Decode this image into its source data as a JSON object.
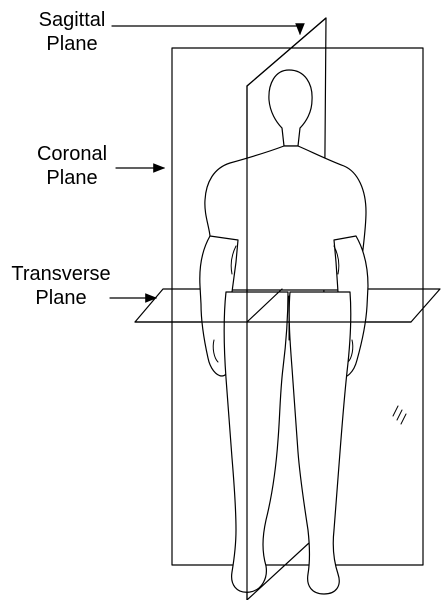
{
  "labels": {
    "sagittal": {
      "line1": "Sagittal",
      "line2": "Plane"
    },
    "coronal": {
      "line1": "Coronal",
      "line2": "Plane"
    },
    "transverse": {
      "line1": "Transverse",
      "line2": "Plane"
    }
  },
  "colors": {
    "stroke": "#000000",
    "background": "#ffffff"
  }
}
